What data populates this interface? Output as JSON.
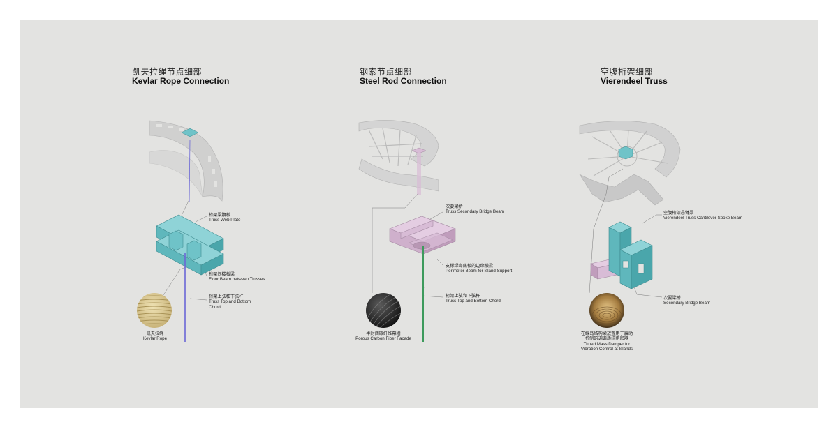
{
  "colors": {
    "background": "#e3e3e1",
    "structure_gray": "#c9c9c9",
    "cyan": "#6fc3c8",
    "pink": "#d8bcd6",
    "green": "#3d9a5c",
    "purple_rope": "#6a66d6"
  },
  "panels": [
    {
      "title_zh": "凯夫拉绳节点细部",
      "title_en": "Kevlar Rope Connection",
      "labels": [
        {
          "zh": "桁架梁腹板",
          "en": "Truss Web Plate"
        },
        {
          "zh": "桁架间楼板梁",
          "en": "Floor Beam between Trusses"
        },
        {
          "zh": "桁架上弦和下弦杆",
          "en": "Truss Top and Bottom\nChord"
        }
      ],
      "material": {
        "zh": "凯夫拉绳",
        "en": "Kevlar Rope",
        "icon": "kevlar-rope-swatch"
      }
    },
    {
      "title_zh": "钢索节点细部",
      "title_en": "Steel Rod Connection",
      "labels": [
        {
          "zh": "次要梁桥",
          "en": "Truss Secondary Bridge Beam"
        },
        {
          "zh": "支撑绿岛底板的边缘横梁",
          "en": "Perimeter Beam for Island Support"
        },
        {
          "zh": "桁架上弦和下弦杆",
          "en": "Truss Top and Bottom Chord"
        }
      ],
      "material": {
        "zh": "半封闭碳纤维幕墙",
        "en": "Porous Carbon Fiber Facade",
        "icon": "carbon-fiber-swatch"
      }
    },
    {
      "title_zh": "空腹桁架细部",
      "title_en": "Vierendeel Truss",
      "labels": [
        {
          "zh": "空腹桁架悬臂梁",
          "en": "Vierendeel Truss Cantilever Spoke Beam"
        },
        {
          "zh": "次要梁桥",
          "en": "Secondary Bridge Beam"
        }
      ],
      "material": {
        "zh": "在绿岛结构梁放置用于震动\n控制的调谐质块阻尼器",
        "en": "Tuned Mass Damper for\nVibration Control at Islands",
        "icon": "tuned-mass-damper-swatch"
      }
    }
  ]
}
